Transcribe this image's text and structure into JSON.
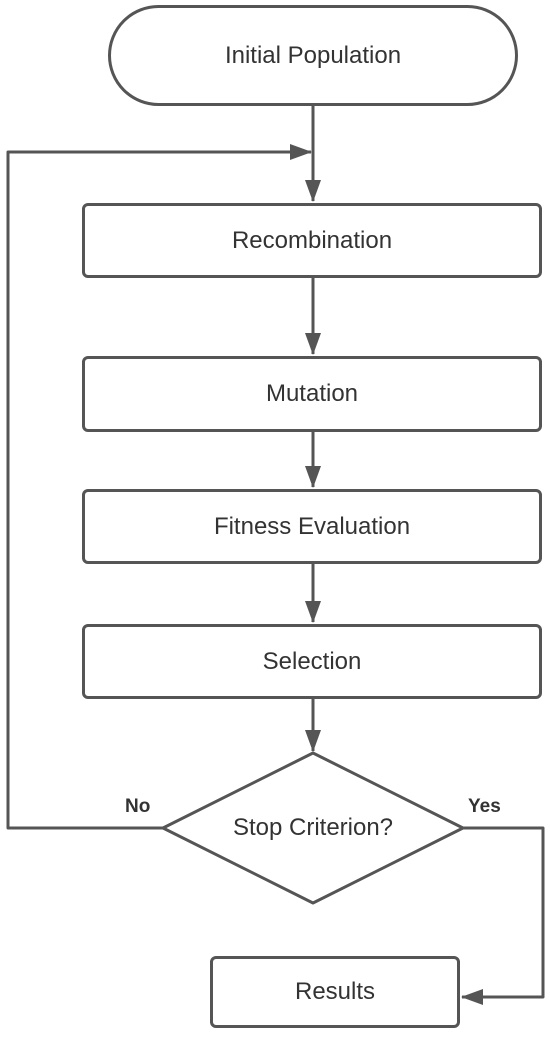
{
  "diagram": {
    "nodes": {
      "initial": "Initial Population",
      "recombination": "Recombination",
      "mutation": "Mutation",
      "fitness": "Fitness Evaluation",
      "selection": "Selection",
      "decision": "Stop Criterion?",
      "results": "Results"
    },
    "edge_labels": {
      "no": "No",
      "yes": "Yes"
    },
    "colors": {
      "stroke": "#555555",
      "text": "#333333",
      "background": "#ffffff"
    }
  }
}
